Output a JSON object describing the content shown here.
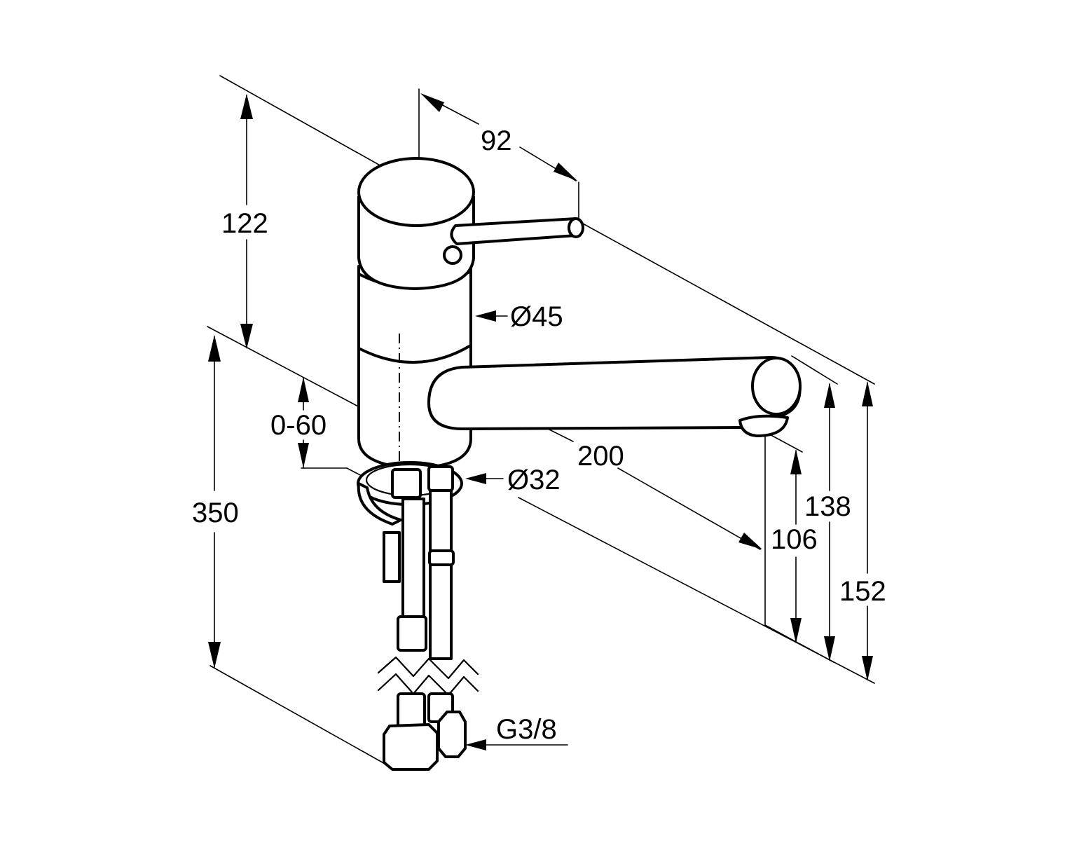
{
  "drawing": {
    "dimensions": {
      "spout_reach": "92",
      "lever_height": "122",
      "body_diameter": "Ø45",
      "deck_thickness": "0-60",
      "spout_length": "200",
      "base_diameter": "Ø32",
      "total_height": "350",
      "outlet_height_1": "138",
      "outlet_height_2": "106",
      "outlet_height_3": "152",
      "connection": "G3/8"
    }
  }
}
